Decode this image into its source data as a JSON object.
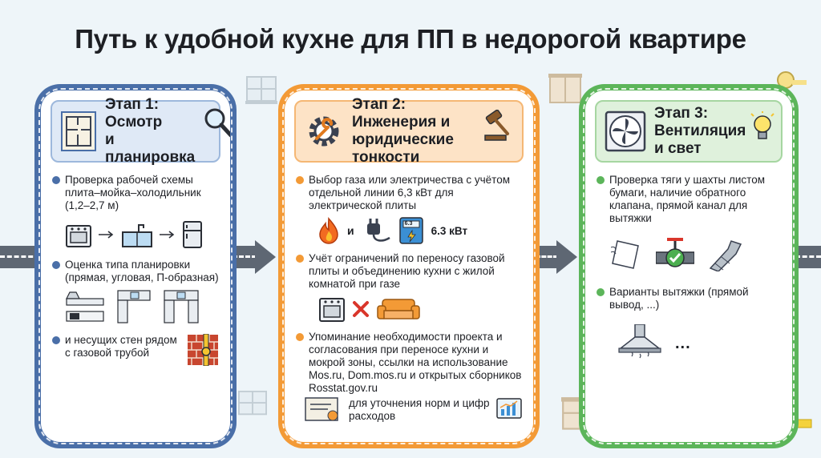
{
  "title": "Путь к удобной кухне для ПП в недорогой квартире",
  "stage1": {
    "heading": "Этап 1:\nОсмотр\nи планировка",
    "heading_lines": [
      "Этап 1:",
      "Осмотр",
      "и планировка"
    ],
    "items": [
      "Проверка рабочей схемы плита–мойка–холодильник (1,2–2,7 м)",
      "Оценка типа планировки (прямая, угловая, П-образная)",
      "и несущих стен рядом с газовой трубой"
    ]
  },
  "stage2": {
    "heading_lines": [
      "Этап 2:",
      "Инженерия и",
      "юридические тонкости"
    ],
    "items": [
      "Выбор газа или электричества с учётом отдельной линии 6,3 кВт для электрической плиты",
      "Учёт ограничений по переносу газовой плиты и объединению кухни с жилой комнатой при газе",
      "Упоминание необходимости проекта и согласования при переносе кухни и мокрой зоны, ссылки на использование Mos.ru, Dom.mos.ru и открытых сборников Rosstat.gov.ru"
    ],
    "and_label": "и",
    "meter_value": "6.3",
    "power_label": "6.3 кВт",
    "doc_caption": "для уточнения норм и цифр расходов"
  },
  "stage3": {
    "heading_lines": [
      "Этап 3:",
      "Вентиляция",
      "и свет"
    ],
    "items": [
      "Проверка тяги у шахты листом бумаги, наличие обратного клапана, прямой канал для вытяжки",
      "Варианты вытяжки (прямой вывод, ...)"
    ],
    "ellipsis": "..."
  },
  "colors": {
    "stage1": "#4a6fa8",
    "stage2": "#f39a36",
    "stage3": "#5cb55a",
    "road": "#5e6773"
  }
}
